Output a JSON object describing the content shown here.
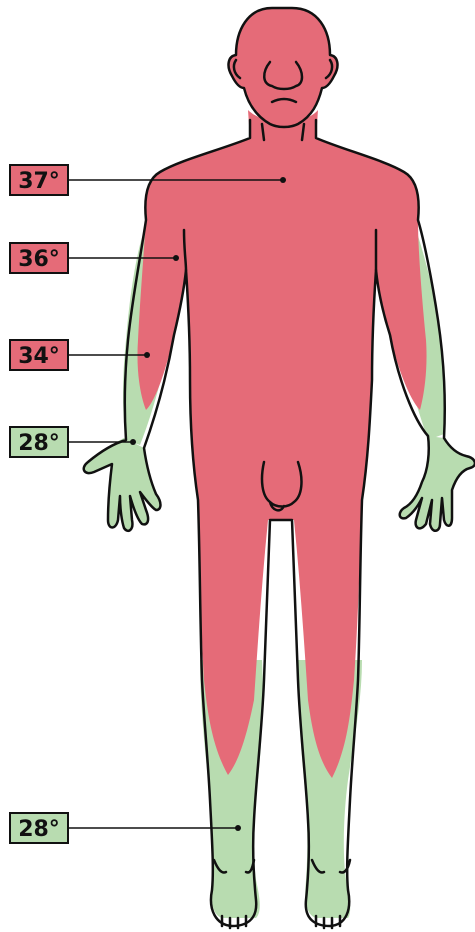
{
  "colors": {
    "core": "#e56b78",
    "periphery": "#b8dcb0",
    "outline": "#111111"
  },
  "labels": [
    {
      "text": "37°",
      "zone": "core"
    },
    {
      "text": "36°",
      "zone": "core"
    },
    {
      "text": "34°",
      "zone": "core"
    },
    {
      "text": "28°",
      "zone": "periphery"
    },
    {
      "text": "28°",
      "zone": "periphery"
    }
  ]
}
